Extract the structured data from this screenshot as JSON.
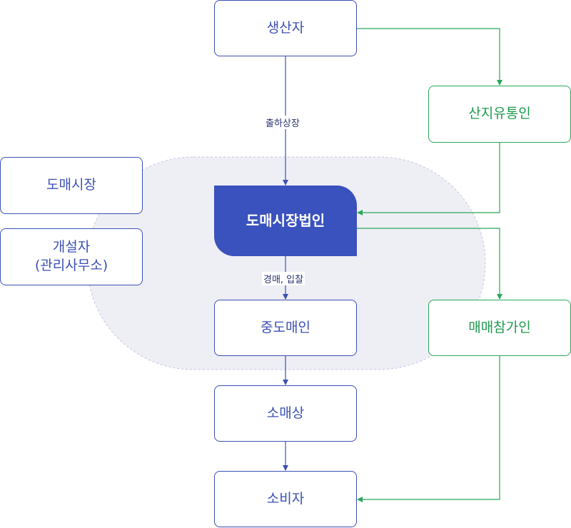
{
  "nodes": {
    "producer": "생산자",
    "collector": "산지유통인",
    "market": "도매시장",
    "founder_line1": "개설자",
    "founder_line2": "(관리사무소)",
    "corporation": "도매시장법인",
    "middle": "중도매인",
    "participant": "매매참가인",
    "retailer": "소매상",
    "consumer": "소비자"
  },
  "edges": {
    "shipment": "출하상장",
    "auction": "경매, 입찰"
  },
  "colors": {
    "blue": "#3c50b4",
    "green": "#2aa85a",
    "main_fill": "#3a52bd",
    "zone_fill": "#eeeef5",
    "zone_border": "#c5c6e6"
  }
}
